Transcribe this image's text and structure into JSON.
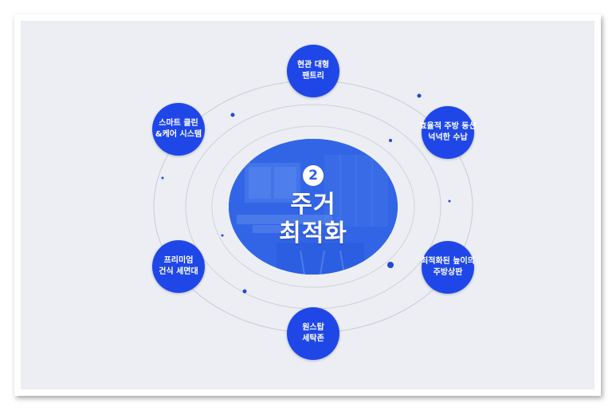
{
  "center": {
    "number": "2",
    "title_line1": "주거",
    "title_line2": "최적화"
  },
  "nodes": [
    {
      "line1": "현관 대형",
      "line2": "팬트리"
    },
    {
      "line1": "효율적 주방 동선",
      "line2": "넉넉한 수납"
    },
    {
      "line1": "최적화된 높이의",
      "line2": "주방상판"
    },
    {
      "line1": "원스탑",
      "line2": "세탁존"
    },
    {
      "line1": "프리미엄",
      "line2": "건식 세면대"
    },
    {
      "line1": "스마트 클린",
      "line2": "&케어 시스템"
    }
  ],
  "colors": {
    "node_fill": "#1f47e8",
    "center_fill": "#2f62e4",
    "ring_stroke": "#c9ccd4",
    "dot_fill": "#2448d8",
    "background": "#eceef3"
  }
}
